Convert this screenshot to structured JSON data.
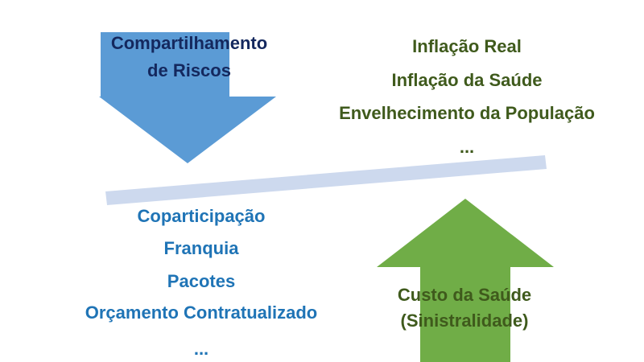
{
  "colors": {
    "down_arrow": "#5b9bd5",
    "up_arrow": "#70ad47",
    "beam": "#cdd9ee",
    "navy_text": "#14285e",
    "olive_text": "#3f5a1c",
    "blue_text": "#1f74b6"
  },
  "down_arrow": {
    "label_line1": "Compartilhamento",
    "label_line2": "de Riscos"
  },
  "pressures": {
    "items": [
      "Inflação Real",
      "Inflação da Saúde",
      "Envelhecimento da População",
      "..."
    ]
  },
  "mechanisms": {
    "items": [
      "Coparticipação",
      "Franquia",
      "Pacotes",
      "Orçamento Contratualizado",
      "..."
    ]
  },
  "up_arrow": {
    "label_line1": "Custo da Saúde",
    "label_line2": "(Sinistralidade)"
  }
}
